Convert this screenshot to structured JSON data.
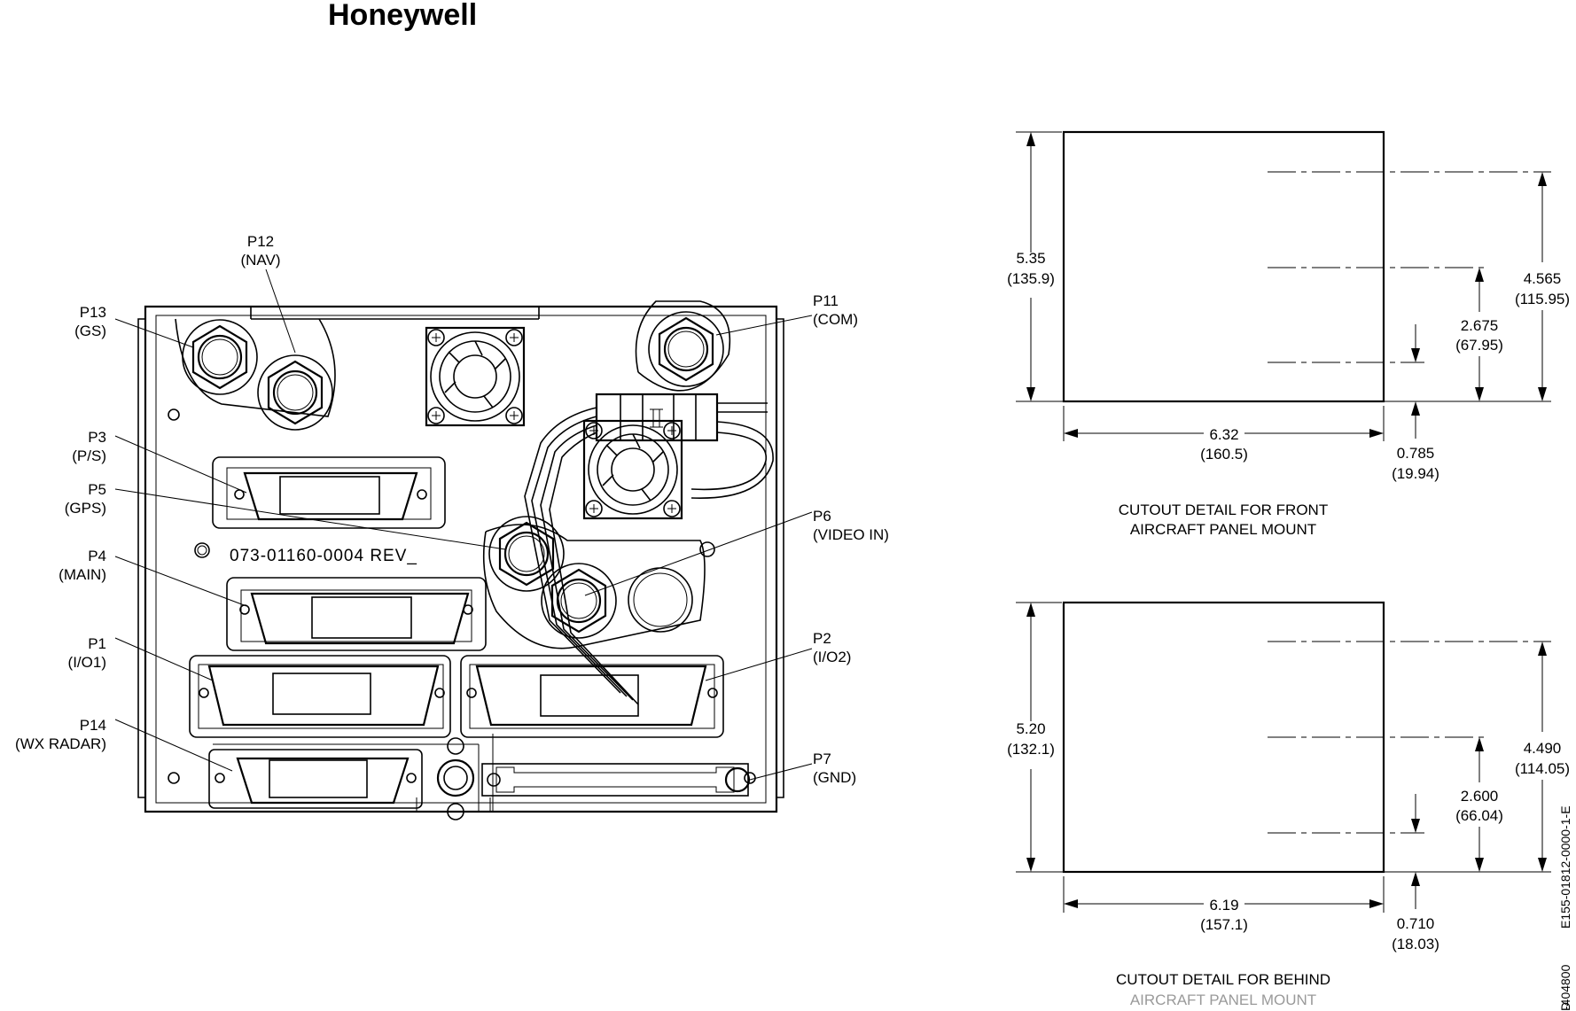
{
  "brand": {
    "name": "Honeywell"
  },
  "unit": {
    "part_number": "073-01160-0004  REV_",
    "connectors": [
      {
        "id": "P12",
        "name": "(NAV)"
      },
      {
        "id": "P13",
        "name": "(GS)"
      },
      {
        "id": "P11",
        "name": "(COM)"
      },
      {
        "id": "P3",
        "name": "(P/S)"
      },
      {
        "id": "P5",
        "name": "(GPS)"
      },
      {
        "id": "P6",
        "name": "(VIDEO IN)"
      },
      {
        "id": "P4",
        "name": "(MAIN)"
      },
      {
        "id": "P1",
        "name": "(I/O1)"
      },
      {
        "id": "P2",
        "name": "(I/O2)"
      },
      {
        "id": "P14",
        "name": "(WX RADAR)"
      },
      {
        "id": "P7",
        "name": "(GND)"
      }
    ]
  },
  "cutouts": [
    {
      "caption_line1": "CUTOUT DETAIL FOR FRONT",
      "caption_line2": "AIRCRAFT PANEL MOUNT",
      "height_in": "5.35",
      "height_mm": "(135.9)",
      "width_in": "6.32",
      "width_mm": "(160.5)",
      "hole_top_in": "4.565",
      "hole_top_mm": "(115.95)",
      "hole_mid_in": "2.675",
      "hole_mid_mm": "(67.95)",
      "hole_low_in": "0.785",
      "hole_low_mm": "(19.94)"
    },
    {
      "caption_line1": "CUTOUT DETAIL FOR BEHIND",
      "caption_line2": "AIRCRAFT PANEL MOUNT",
      "height_in": "5.20",
      "height_mm": "(132.1)",
      "width_in": "6.19",
      "width_mm": "(157.1)",
      "hole_top_in": "4.490",
      "hole_top_mm": "(114.05)",
      "hole_mid_in": "2.600",
      "hole_mid_mm": "(66.04)",
      "hole_low_in": "0.710",
      "hole_low_mm": "(18.03)"
    }
  ],
  "document": {
    "drawing_number": "E155-01812-0000-1-E",
    "ref_number": "-404800",
    "ref_prefix": "D"
  }
}
